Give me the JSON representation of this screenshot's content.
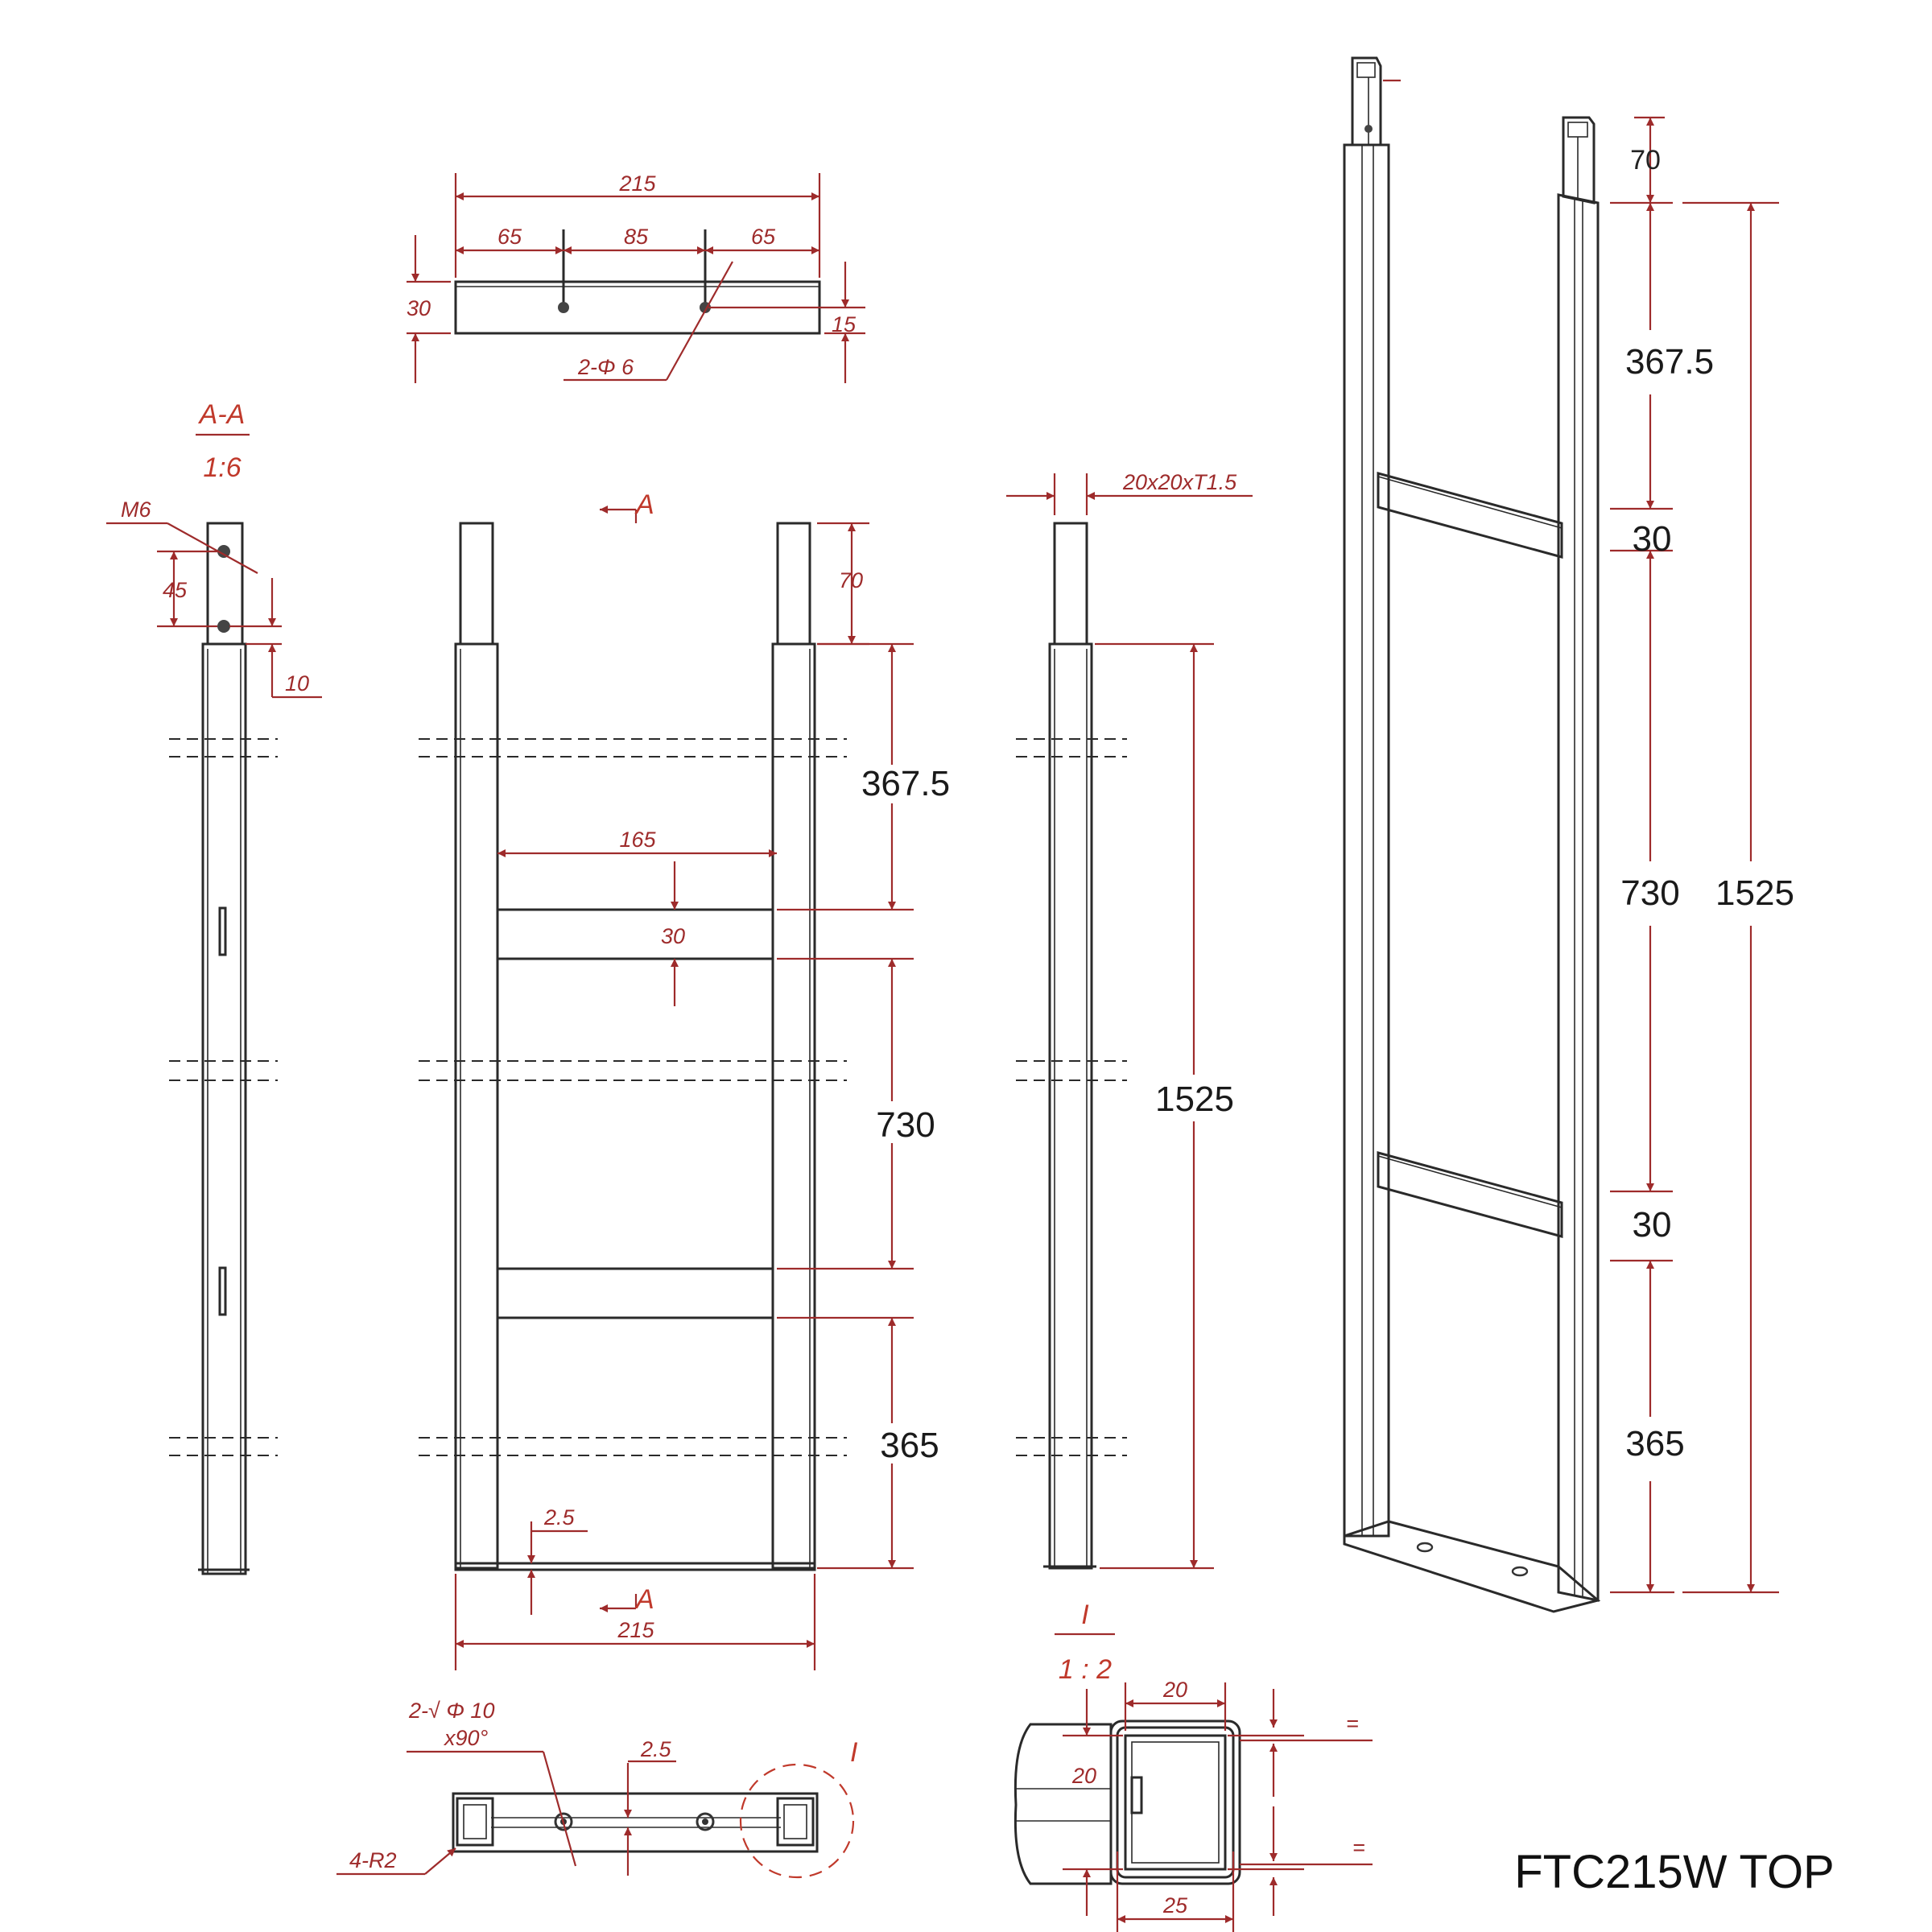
{
  "drawing_title": "FTC215W TOP",
  "top_view": {
    "overall_width": "215",
    "seg_left": "65",
    "seg_mid": "85",
    "seg_right": "65",
    "height": "30",
    "hole_offset": "15",
    "holes_note": "2-Φ 6"
  },
  "section_aa": {
    "title": "A-A",
    "scale": "1:6",
    "thread": "M6",
    "hole_spacing": "45",
    "edge_offset": "10"
  },
  "front_view": {
    "section_mark": "A",
    "post_extension": "70",
    "seg_top": "367.5",
    "inner_width": "165",
    "bar_width": "30",
    "seg_mid": "730",
    "seg_bottom": "365",
    "base_thickness": "2.5",
    "overall_width": "215"
  },
  "side_view": {
    "profile": "20x20xT1.5",
    "overall_height": "1525"
  },
  "bottom_view": {
    "countersink_note": "2-√ Φ 10",
    "countersink_angle": "x90°",
    "plate_thickness": "2.5",
    "corner_radius": "4-R2",
    "detail_mark": "I"
  },
  "detail_i": {
    "title": "I",
    "scale": "1 : 2",
    "inner_width": "20",
    "inner_height": "20",
    "outer_width": "25",
    "equal_top": "=",
    "equal_bottom": "="
  },
  "iso_view": {
    "post_extension": "70",
    "seg_top": "367.5",
    "bar_top": "30",
    "seg_mid": "730",
    "bar_bottom": "30",
    "seg_bottom": "365",
    "overall_height": "1525"
  }
}
